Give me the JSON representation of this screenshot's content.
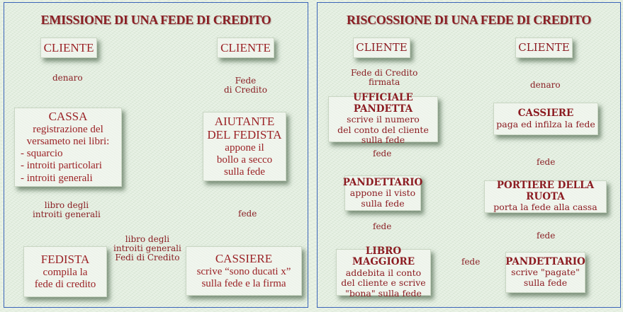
{
  "left_panel": {
    "title": "EMISSIONE DI UNA FEDE DI CREDITO",
    "nodes": {
      "cliente_start": {
        "head": "CLIENTE"
      },
      "cassa": {
        "head": "CASSA",
        "lines": [
          "registrazione del",
          "versameto nei libri:"
        ],
        "list": [
          "- squarcio",
          "- introiti particolari",
          "- introiti generali"
        ]
      },
      "fedista": {
        "head": "FEDISTA",
        "lines": [
          "compila la",
          "fede di credito"
        ]
      },
      "cassiere": {
        "head": "CASSIERE",
        "lines": [
          "scrive “sono ducati x”",
          "sulla fede e la firma"
        ]
      },
      "aiutante": {
        "head_lines": [
          "AIUTANTE",
          "DEL FEDISTA"
        ],
        "lines": [
          "appone il",
          "bollo a secco",
          "sulla fede"
        ]
      },
      "cliente_end": {
        "head": "CLIENTE"
      }
    },
    "edges": {
      "cliente_to_cassa": [
        "denaro"
      ],
      "cassa_to_fedista": [
        "libro degli",
        "introiti generali"
      ],
      "fedista_to_cassiere": [
        "libro degli",
        "introiti generali",
        "Fedi di Credito"
      ],
      "cassiere_to_aiutante": [
        "fede"
      ],
      "aiutante_to_cliente": [
        "Fede",
        "di Credito"
      ]
    }
  },
  "right_panel": {
    "title": "RISCOSSIONE DI UNA FEDE DI CREDITO",
    "nodes": {
      "cliente_start": {
        "head": "CLIENTE"
      },
      "ufficiale": {
        "head": "UFFICIALE  PANDETTA",
        "lines": [
          "scrive il numero",
          "del conto del cliente",
          "sulla fede"
        ]
      },
      "pandettario1": {
        "head": "PANDETTARIO",
        "lines": [
          "appone il visto",
          "sulla fede"
        ]
      },
      "libro": {
        "head": "LIBRO  MAGGIORE",
        "lines": [
          "addebita il conto",
          "del cliente e scrive",
          "\"bona\" sulla fede"
        ]
      },
      "pandettario2": {
        "head": "PANDETTARIO",
        "lines": [
          "scrive \"pagate\"",
          "sulla fede"
        ]
      },
      "portiere": {
        "head": "PORTIERE  DELLA  RUOTA",
        "lines": [
          "porta la fede alla cassa"
        ]
      },
      "cassiere": {
        "head": "CASSIERE",
        "lines": [
          "paga ed infilza la fede"
        ]
      },
      "cliente_end": {
        "head": "CLIENTE"
      }
    },
    "edges": {
      "cliente_to_ufficiale": [
        "Fede di Credito",
        "firmata"
      ],
      "ufficiale_to_pandettario": [
        "fede"
      ],
      "pandettario_to_libro": [
        "fede"
      ],
      "libro_to_pandettario2": [
        "fede"
      ],
      "pandettario2_to_portiere": [
        "fede"
      ],
      "portiere_to_cassiere": [
        "fede"
      ],
      "cassiere_to_cliente": [
        "denaro"
      ]
    }
  },
  "colors": {
    "text": "#9b2226",
    "arrow": "#f2ef5a",
    "panel_border": "#3a64b8",
    "background": "#e3eee0"
  }
}
